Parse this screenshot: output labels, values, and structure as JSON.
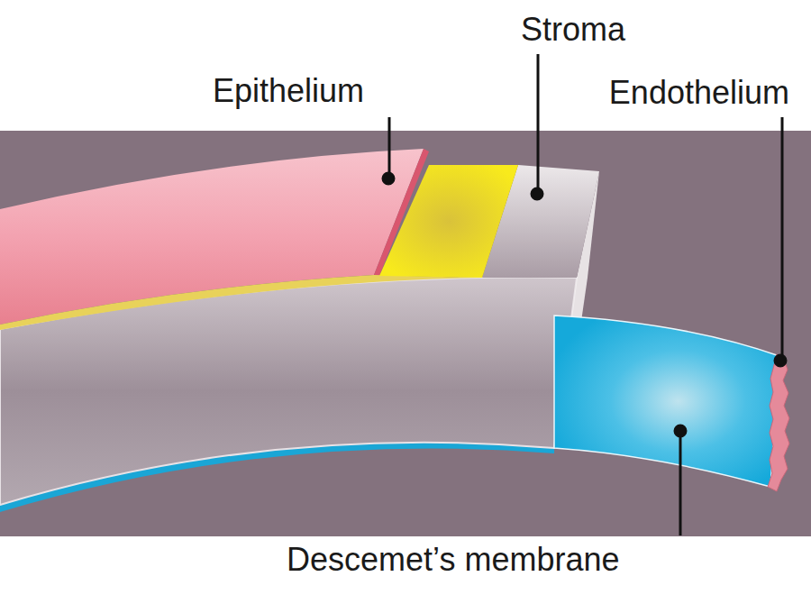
{
  "diagram": {
    "labels": [
      "Epithelium",
      "Stroma",
      "Endothelium",
      "Descemet’s membrane"
    ]
  }
}
